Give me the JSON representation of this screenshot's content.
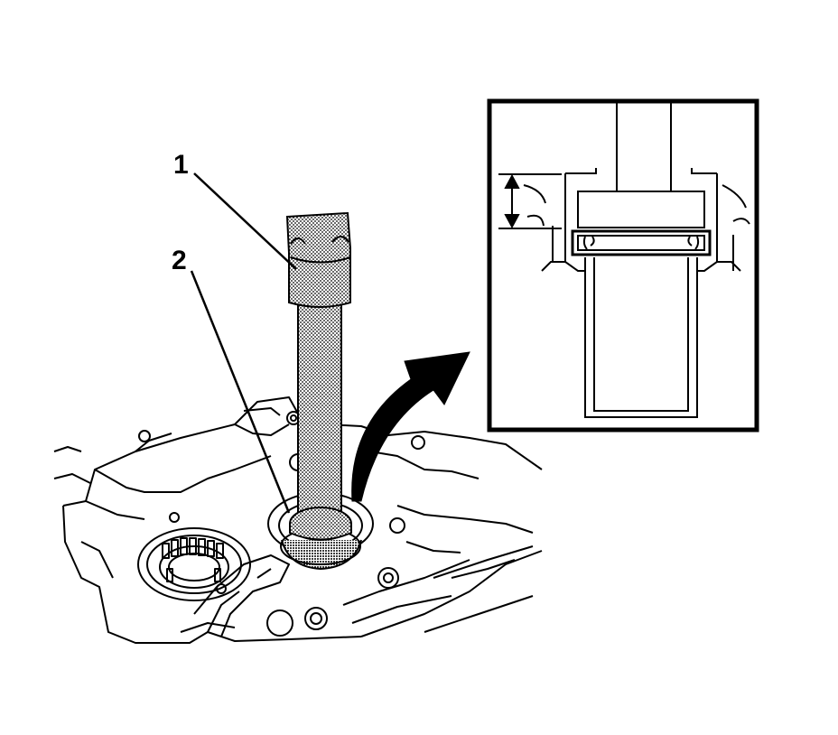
{
  "callouts": [
    {
      "id": "1",
      "text": "1"
    },
    {
      "id": "2",
      "text": "2"
    }
  ],
  "colors": {
    "line": "#000000",
    "background": "#ffffff",
    "stipple": "#000000"
  },
  "icons": [
    "arrow-icon",
    "dimension-arrow-icon"
  ]
}
